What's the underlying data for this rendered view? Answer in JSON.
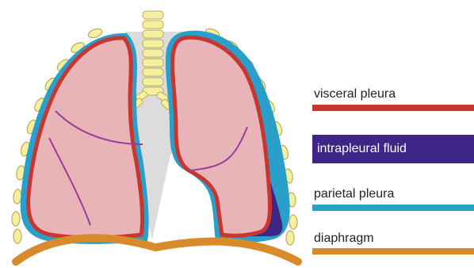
{
  "colors": {
    "visceral_pleura": "#c9362f",
    "intrapleural_fluid": "#3d2685",
    "parietal_pleura": "#2a9fc9",
    "diaphragm": "#d98b2b",
    "lung_fill": "#e8b4b8",
    "rib_fill": "#f6efa0",
    "rib_stroke": "#b9ad5a",
    "mediastinum": "#d6d6d6",
    "bronchi": "#9b3c9b"
  },
  "legend": {
    "visceral_pleura": {
      "label": "visceral pleura"
    },
    "intrapleural_fluid": {
      "label": "intrapleural fluid"
    },
    "parietal_pleura": {
      "label": "parietal pleura"
    },
    "diaphragm": {
      "label": "diaphragm"
    }
  },
  "figure": {
    "icon": "thoracic-cavity-lungs-illustration"
  }
}
